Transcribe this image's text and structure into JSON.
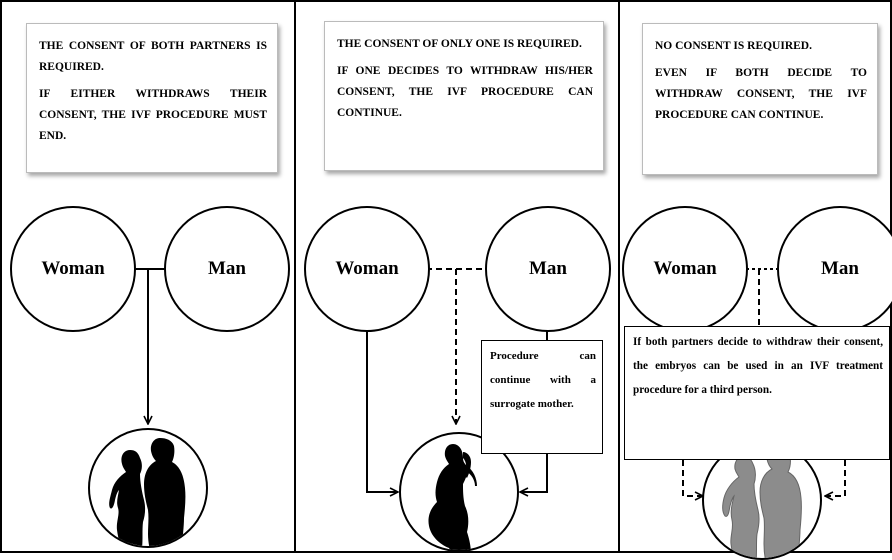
{
  "panels": [
    {
      "rule_lines": [
        "THE CONSENT OF BOTH PARTNERS IS REQUIRED.",
        "IF EITHER WITHDRAWS THEIR CONSENT, THE IVF PROCEDURE MUST END."
      ],
      "woman_label": "Woman",
      "man_label": "Man"
    },
    {
      "rule_lines": [
        "THE CONSENT OF ONLY ONE IS REQUIRED.",
        "IF ONE DECIDES TO WITHDRAW HIS/HER CONSENT, THE IVF PROCEDURE CAN CONTINUE."
      ],
      "woman_label": "Woman",
      "man_label": "Man",
      "note": "Procedure can continue with a surrogate mother."
    },
    {
      "rule_lines": [
        "NO CONSENT IS REQUIRED.",
        "EVEN IF BOTH DECIDE TO WITHDRAW CONSENT, THE IVF PROCEDURE CAN CONTINUE."
      ],
      "woman_label": "Woman",
      "man_label": "Man",
      "note": "If both partners decide to withdraw their consent, the embryos can be used in an IVF treatment procedure for a third person."
    }
  ],
  "colors": {
    "silhouette_dark": "#000000",
    "silhouette_gray": "#8c8c8c",
    "line": "#000000"
  }
}
